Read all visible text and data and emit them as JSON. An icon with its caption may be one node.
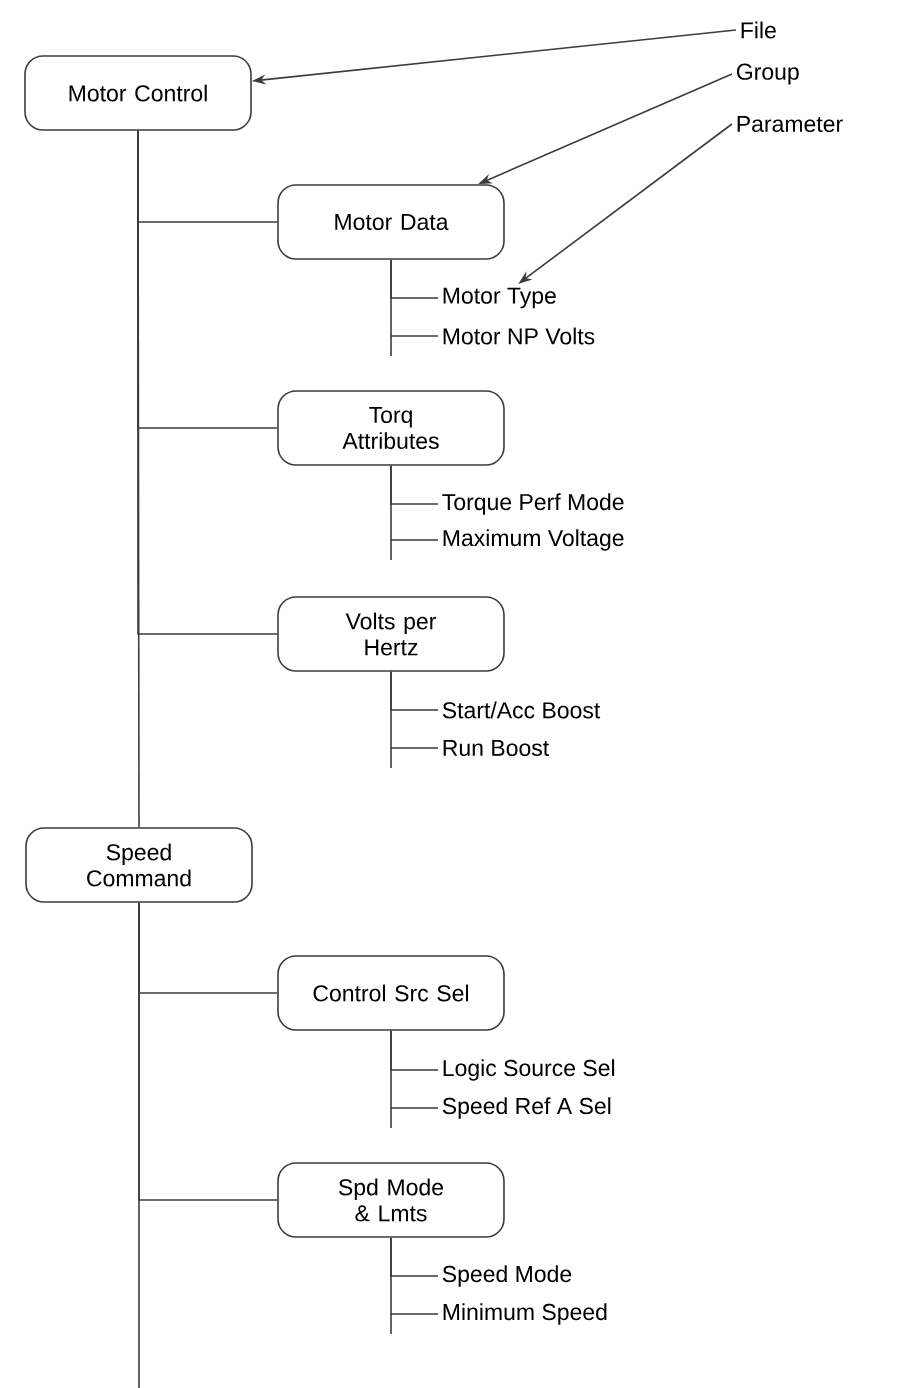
{
  "diagram": {
    "nodes": [
      {
        "text": [
          "Motor Control"
        ]
      },
      {
        "text": [
          "Motor Data"
        ]
      },
      {
        "text": [
          "Motor Type"
        ]
      },
      {
        "text": [
          "Motor NP Volts"
        ]
      },
      {
        "text": [
          "Torq Attributes"
        ]
      },
      {
        "text": [
          "Torque Perf Mode"
        ]
      },
      {
        "text": [
          "Maximum Voltage"
        ]
      },
      {
        "text": [
          "Volts per Hertz"
        ]
      },
      {
        "text": [
          "Start/Acc Boost"
        ]
      },
      {
        "text": [
          "Run Boost"
        ]
      },
      {
        "text": [
          "Speed Command"
        ]
      },
      {
        "text": [
          "Control Src Sel"
        ]
      },
      {
        "text": [
          "Logic Source Sel"
        ]
      },
      {
        "text": [
          "Speed Ref A Sel"
        ]
      },
      {
        "text": [
          "Spd Mode & Lmts"
        ]
      },
      {
        "text": [
          "Speed Mode"
        ]
      },
      {
        "text": [
          "Minimum Speed"
        ]
      },
      {
        "text": [
          "File"
        ]
      },
      {
        "text": [
          "Group"
        ]
      },
      {
        "text": [
          "Parameter"
        ]
      }
    ],
    "edges": [
      {
        "from": 0,
        "to": 1,
        "arrow": "none"
      },
      {
        "from": 1,
        "to": 2,
        "arrow": "none"
      },
      {
        "from": 1,
        "to": 3,
        "arrow": "none"
      },
      {
        "from": 0,
        "to": 4,
        "arrow": "none"
      },
      {
        "from": 4,
        "to": 5,
        "arrow": "none"
      },
      {
        "from": 4,
        "to": 6,
        "arrow": "none"
      },
      {
        "from": 0,
        "to": 7,
        "arrow": "none"
      },
      {
        "from": 7,
        "to": 8,
        "arrow": "none"
      },
      {
        "from": 7,
        "to": 9,
        "arrow": "none"
      },
      {
        "from": 0,
        "to": 10,
        "arrow": "none"
      },
      {
        "from": 10,
        "to": 11,
        "arrow": "none"
      },
      {
        "from": 11,
        "to": 12,
        "arrow": "none"
      },
      {
        "from": 11,
        "to": 13,
        "arrow": "none"
      },
      {
        "from": 10,
        "to": 14,
        "arrow": "none"
      },
      {
        "from": 14,
        "to": 15,
        "arrow": "none"
      },
      {
        "from": 14,
        "to": 16,
        "arrow": "none"
      },
      {
        "from": 10,
        "to": null,
        "arrow": "none"
      },
      {
        "from": 17,
        "to": 0,
        "arrow": "to"
      },
      {
        "from": 18,
        "to": 1,
        "arrow": "to"
      },
      {
        "from": 19,
        "to": 2,
        "arrow": "to"
      }
    ]
  }
}
